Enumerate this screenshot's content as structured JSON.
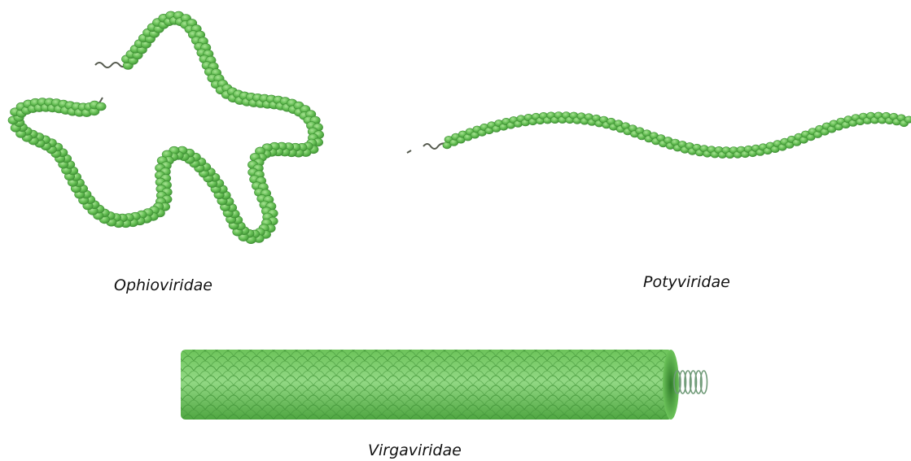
{
  "labels": {
    "ophioviridae": "Ophioviridae",
    "potyviridae": "Potyviridae",
    "virgaviridae": "Virgaviridae"
  },
  "colors": {
    "capsid_fill": "#6cc35a",
    "capsid_dark": "#3e8f34",
    "capsid_light": "#9adf86",
    "genome_rna": "#555a4e",
    "helix_coil": "#6f9a77"
  }
}
